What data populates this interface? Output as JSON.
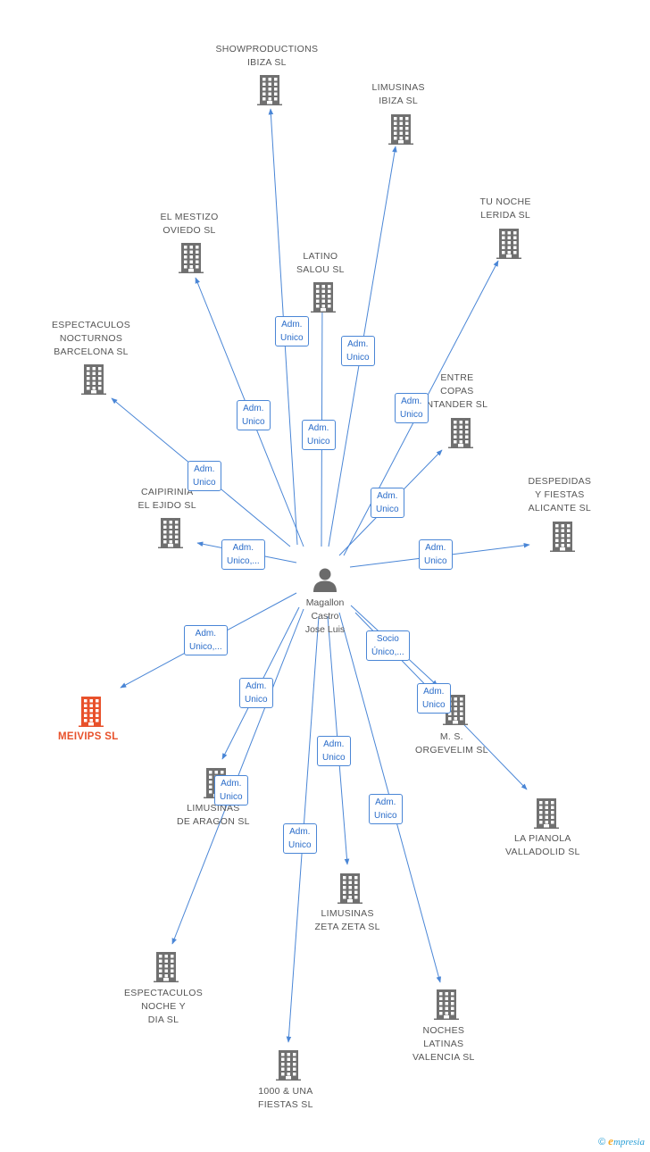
{
  "center": {
    "name_lines": [
      "Magallon",
      "Castro",
      "Jose Luis"
    ]
  },
  "colors": {
    "building": "#707070",
    "highlight": "#e8512b",
    "link": "#4a86d6",
    "badge_text": "#2a6cc9"
  },
  "companies": [
    {
      "id": "showproductions",
      "lines": [
        "SHOWPRODUCTIONS",
        "IBIZA SL"
      ],
      "label_pos": "above"
    },
    {
      "id": "limusinas-ibiza",
      "lines": [
        "LIMUSINAS",
        "IBIZA  SL"
      ],
      "label_pos": "above"
    },
    {
      "id": "tu-noche",
      "lines": [
        "TU NOCHE",
        "LERIDA SL"
      ],
      "label_pos": "above"
    },
    {
      "id": "el-mestizo",
      "lines": [
        "EL MESTIZO",
        "OVIEDO SL"
      ],
      "label_pos": "above"
    },
    {
      "id": "latino-salou",
      "lines": [
        "LATINO",
        "SALOU SL"
      ],
      "label_pos": "above"
    },
    {
      "id": "espectaculos-nocturnos",
      "lines": [
        "ESPECTACULOS",
        "NOCTURNOS",
        "BARCELONA SL"
      ],
      "label_pos": "above"
    },
    {
      "id": "entre-copas",
      "lines": [
        "ENTRE",
        "COPAS",
        "NTANDER SL"
      ],
      "label_pos": "above"
    },
    {
      "id": "caipirinia",
      "lines": [
        "CAIPIRINIA",
        "EL EJIDO SL"
      ],
      "label_pos": "above"
    },
    {
      "id": "despedidas",
      "lines": [
        "DESPEDIDAS",
        "Y FIESTAS",
        "ALICANTE SL"
      ],
      "label_pos": "above"
    },
    {
      "id": "meivips",
      "lines": [
        "MEIVIPS  SL"
      ],
      "label_pos": "below",
      "highlight": true
    },
    {
      "id": "ms-orgevelim",
      "lines": [
        "M. S.",
        "ORGEVELIM  SL"
      ],
      "label_pos": "below"
    },
    {
      "id": "limusinas-aragon",
      "lines": [
        "LIMUSINAS",
        "DE ARAGON SL"
      ],
      "label_pos": "below"
    },
    {
      "id": "la-pianola",
      "lines": [
        "LA PIANOLA",
        "VALLADOLID SL"
      ],
      "label_pos": "below"
    },
    {
      "id": "limusinas-zeta",
      "lines": [
        "LIMUSINAS",
        "ZETA ZETA SL"
      ],
      "label_pos": "below"
    },
    {
      "id": "espectaculos-noche",
      "lines": [
        "ESPECTACULOS",
        "NOCHE Y",
        "DIA SL"
      ],
      "label_pos": "below"
    },
    {
      "id": "noches-latinas",
      "lines": [
        "NOCHES",
        "LATINAS",
        "VALENCIA SL"
      ],
      "label_pos": "below"
    },
    {
      "id": "mil-una-fiestas",
      "lines": [
        "1000 & UNA",
        "FIESTAS SL"
      ],
      "label_pos": "below"
    }
  ],
  "relations": [
    {
      "target": "showproductions",
      "label_lines": [
        "Adm.",
        "Unico"
      ]
    },
    {
      "target": "limusinas-ibiza",
      "label_lines": [
        "Adm.",
        "Unico"
      ]
    },
    {
      "target": "tu-noche",
      "label_lines": [
        "Adm.",
        "Unico"
      ]
    },
    {
      "target": "el-mestizo",
      "label_lines": [
        "Adm.",
        "Unico"
      ]
    },
    {
      "target": "latino-salou",
      "label_lines": [
        "Adm.",
        "Unico"
      ]
    },
    {
      "target": "espectaculos-nocturnos",
      "label_lines": [
        "Adm.",
        "Unico"
      ]
    },
    {
      "target": "entre-copas",
      "label_lines": [
        "Adm.",
        "Unico"
      ]
    },
    {
      "target": "caipirinia",
      "label_lines": [
        "Adm.",
        "Unico,..."
      ]
    },
    {
      "target": "despedidas",
      "label_lines": [
        "Adm.",
        "Unico"
      ]
    },
    {
      "target": "meivips",
      "label_lines": [
        "Adm.",
        "Unico,..."
      ]
    },
    {
      "target": "ms-orgevelim",
      "label_lines": [
        "Socio",
        "Único,..."
      ]
    },
    {
      "target": "limusinas-aragon",
      "label_lines": [
        "Adm.",
        "Unico"
      ]
    },
    {
      "target": "la-pianola",
      "label_lines": [
        "Adm.",
        "Unico"
      ]
    },
    {
      "target": "limusinas-zeta",
      "label_lines": [
        "Adm.",
        "Unico"
      ]
    },
    {
      "target": "espectaculos-noche",
      "label_lines": [
        "Adm.",
        "Unico"
      ]
    },
    {
      "target": "noches-latinas",
      "label_lines": [
        "Adm.",
        "Unico"
      ]
    },
    {
      "target": "mil-una-fiestas",
      "label_lines": [
        "Adm.",
        "Unico"
      ]
    }
  ],
  "footer": {
    "copyright": "©",
    "brand_initial": "e",
    "brand_rest": "mpresia"
  }
}
